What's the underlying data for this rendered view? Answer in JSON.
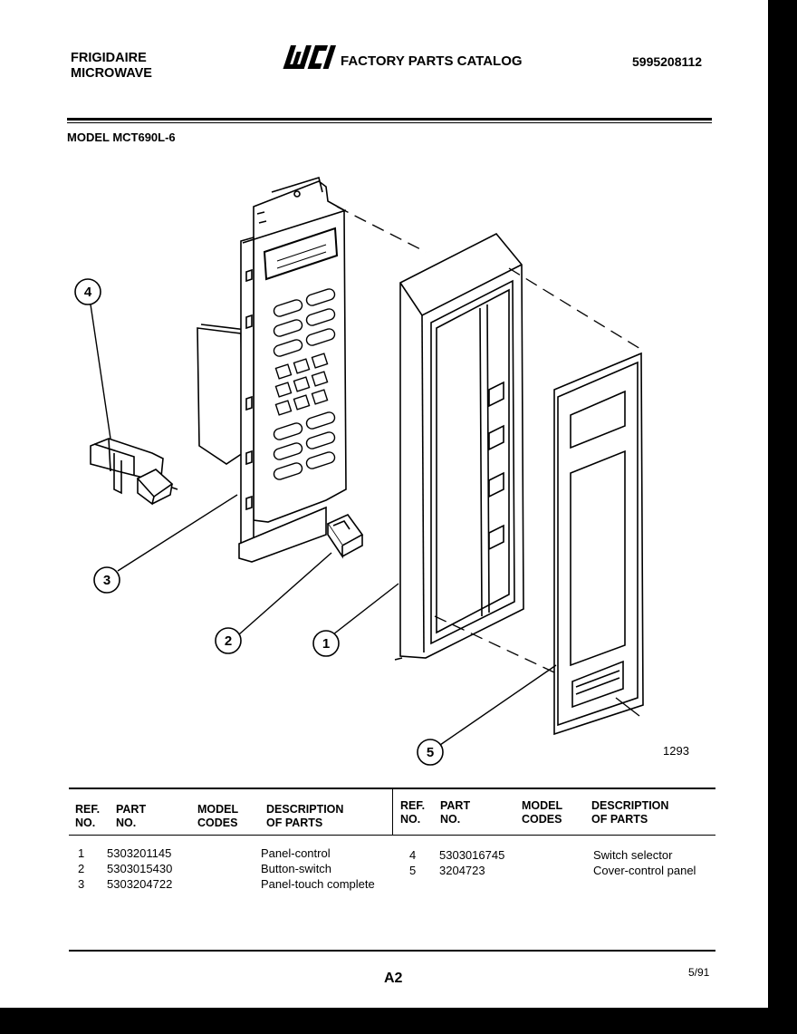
{
  "header": {
    "brand_line1": "FRIGIDAIRE",
    "brand_line2": "MICROWAVE",
    "logo_text": "WCI",
    "catalog_title": "FACTORY PARTS CATALOG",
    "catalog_number": "5995208112",
    "model_label": "MODEL MCT690L-6"
  },
  "diagram": {
    "callouts": [
      "1",
      "2",
      "3",
      "4",
      "5"
    ],
    "illustration_number": "1293"
  },
  "table": {
    "headers": {
      "ref": [
        "REF.",
        "NO."
      ],
      "part": [
        "PART",
        "NO."
      ],
      "model": [
        "MODEL",
        "CODES"
      ],
      "desc": [
        "DESCRIPTION",
        "OF PARTS"
      ]
    },
    "left_rows": [
      {
        "ref": "1",
        "part": "5303201145",
        "model": "",
        "desc": "Panel-control"
      },
      {
        "ref": "2",
        "part": "5303015430",
        "model": "",
        "desc": "Button-switch"
      },
      {
        "ref": "3",
        "part": "5303204722",
        "model": "",
        "desc": "Panel-touch complete"
      }
    ],
    "right_rows": [
      {
        "ref": "4",
        "part": "5303016745",
        "model": "",
        "desc": "Switch selector"
      },
      {
        "ref": "5",
        "part": "3204723",
        "model": "",
        "desc": "Cover-control panel"
      }
    ]
  },
  "footer": {
    "page": "A2",
    "date": "5/91"
  }
}
